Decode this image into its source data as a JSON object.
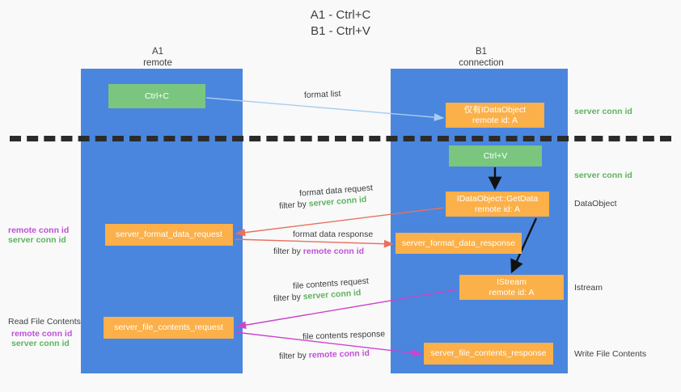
{
  "title": {
    "line1": "A1 - Ctrl+C",
    "line2": "B1 - Ctrl+V"
  },
  "columns": [
    {
      "name": "A1",
      "sub": "remote"
    },
    {
      "name": "B1",
      "sub": "connection"
    }
  ],
  "boxes": {
    "ctrl_c": "Ctrl+C",
    "idataobject_top_line1": "仅有IDataObject",
    "idataobject_top_line2": "remote id: A",
    "ctrl_v": "Ctrl+V",
    "getdata_line1": "IDataObject::GetData",
    "getdata_line2": "remote id: A",
    "server_format_data_request": "server_format_data_request",
    "server_format_data_response": "server_format_data_response",
    "istream_line1": "IStream",
    "istream_line2": "remote id: A",
    "server_file_contents_request": "server_file_contents_request",
    "server_file_contents_response": "server_file_contents_response"
  },
  "edge_labels": {
    "format_list": "format list",
    "format_data_request": "format data request",
    "format_data_request_filter_prefix": "filter by ",
    "format_data_request_filter_key": "server conn id",
    "format_data_response": "format data response",
    "format_data_response_filter_prefix": "filter by ",
    "format_data_response_filter_key": "remote conn id",
    "file_contents_request": "file contents request",
    "file_contents_request_filter_prefix": "filter by ",
    "file_contents_request_filter_key": "server conn id",
    "file_contents_response": "file contents response",
    "file_contents_response_filter_prefix": "filter by ",
    "file_contents_response_filter_key": "remote conn id"
  },
  "annotations": {
    "server_conn_id_top": "server conn id",
    "server_conn_id_mid": "server conn id",
    "dataobject": "DataObject",
    "istream": "Istream",
    "write_file_contents": "Write File Contents",
    "read_file_contents": "Read File Contents",
    "left_remote_conn_id_1": "remote conn id",
    "left_server_conn_id_1": "server conn id",
    "left_remote_conn_id_2": "remote conn id",
    "left_server_conn_id_2": "server conn id"
  },
  "colors": {
    "lane_blue": "#4a86dd",
    "box_green": "#7ac67f",
    "box_orange": "#fbb04a",
    "accent_green_text": "#5fb35f",
    "accent_purple_text": "#c050d8",
    "arrow_light_blue": "#a8cdf0",
    "arrow_red": "#e8705f",
    "arrow_magenta": "#cc44cc",
    "arrow_black": "#000000",
    "divider": "#2b2b2b",
    "background": "#f9f9f9"
  }
}
